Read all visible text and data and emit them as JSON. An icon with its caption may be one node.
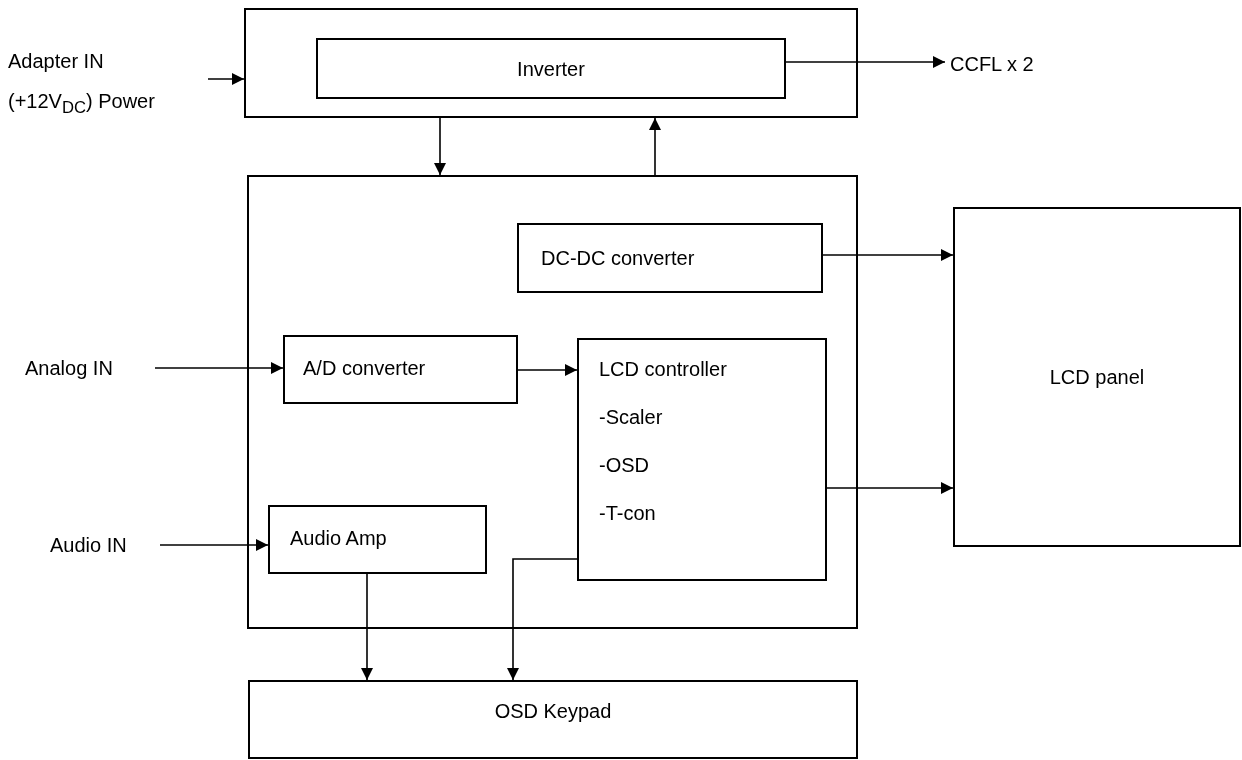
{
  "diagram": {
    "nodes": [
      {
        "text": [],
        "shape": "box"
      },
      {
        "text": [
          "Inverter"
        ],
        "in": 0
      },
      {
        "text": [
          "Adapter IN",
          "(+12V$_{DC}$) Power"
        ]
      },
      {
        "text": [
          "CCFL x 2"
        ]
      },
      {
        "text": [],
        "shape": "box"
      },
      {
        "text": [
          "DC-DC converter"
        ],
        "in": 4
      },
      {
        "text": [
          "A/D converter"
        ],
        "in": 4
      },
      {
        "text": [
          "LCD controller",
          "-Scaler",
          "-OSD",
          "-T-con"
        ],
        "in": 4
      },
      {
        "text": [
          "Audio Amp"
        ],
        "in": 4
      },
      {
        "text": [
          "Analog IN"
        ]
      },
      {
        "text": [
          "Audio IN"
        ]
      },
      {
        "text": [
          "LCD panel"
        ]
      },
      {
        "text": [
          "OSD Keypad"
        ]
      }
    ],
    "edges": [
      {
        "from": 2,
        "to": 0,
        "arrow": "to"
      },
      {
        "from": 1,
        "to": 3,
        "arrow": "to"
      },
      {
        "from": 0,
        "to": 4,
        "arrow": "to"
      },
      {
        "from": 4,
        "to": 0,
        "arrow": "to"
      },
      {
        "from": 5,
        "to": 11,
        "arrow": "to"
      },
      {
        "from": 9,
        "to": 6,
        "arrow": "to"
      },
      {
        "from": 6,
        "to": 7,
        "arrow": "to"
      },
      {
        "from": 10,
        "to": 8,
        "arrow": "to"
      },
      {
        "from": 7,
        "to": 11,
        "arrow": "to"
      },
      {
        "from": 8,
        "to": 12,
        "arrow": "to"
      },
      {
        "from": 7,
        "to": 12,
        "arrow": "to"
      }
    ]
  }
}
